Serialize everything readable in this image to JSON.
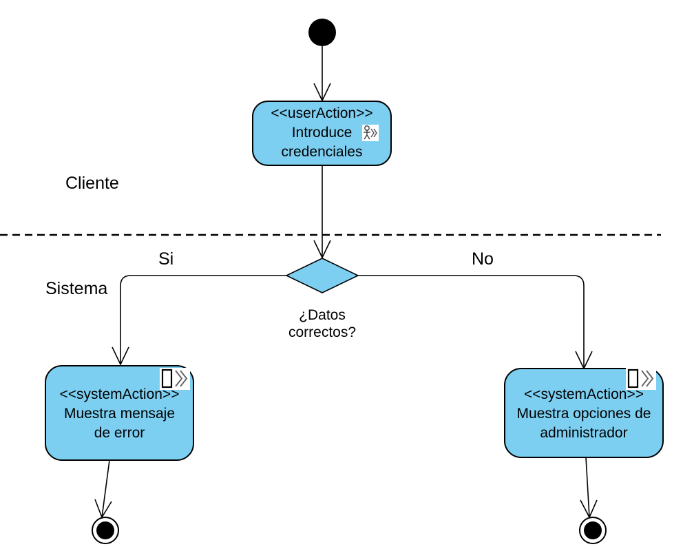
{
  "lanes": {
    "top": {
      "label": "Cliente"
    },
    "bottom": {
      "label": "Sistema"
    }
  },
  "actions": {
    "user_action": {
      "stereotype": "<<userAction>>",
      "line1": "Introduce",
      "line2": "credenciales",
      "icon": "user-action-icon"
    },
    "error_action": {
      "stereotype": "<<systemAction>>",
      "line1": "Muestra mensaje",
      "line2": "de error",
      "icon": "system-action-icon"
    },
    "admin_action": {
      "stereotype": "<<systemAction>>",
      "line1": "Muestra opciones de",
      "line2": "administrador",
      "icon": "system-action-icon"
    }
  },
  "decision": {
    "line1": "¿Datos",
    "line2": "correctos?",
    "yes_label": "Si",
    "no_label": "No"
  },
  "colors": {
    "node_fill": "#7dcff2",
    "stroke": "#000000",
    "background": "#ffffff"
  }
}
